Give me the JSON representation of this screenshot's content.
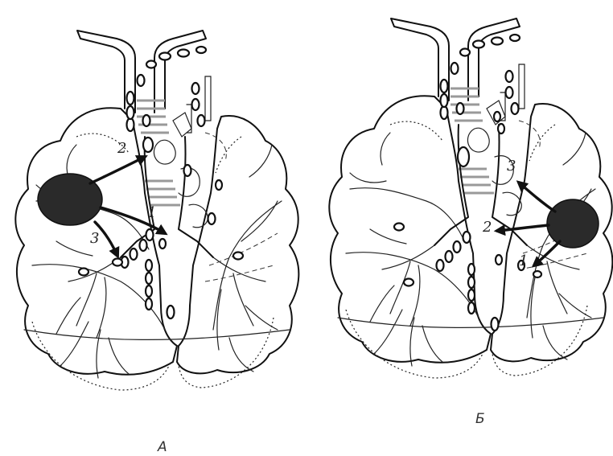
{
  "panels": [
    {
      "label": "А",
      "markers": {
        "m1": "1",
        "m2": "2",
        "m3": "3"
      }
    },
    {
      "label": "Б",
      "markers": {
        "m1": "1",
        "m2": "2",
        "m3": "3"
      }
    }
  ]
}
